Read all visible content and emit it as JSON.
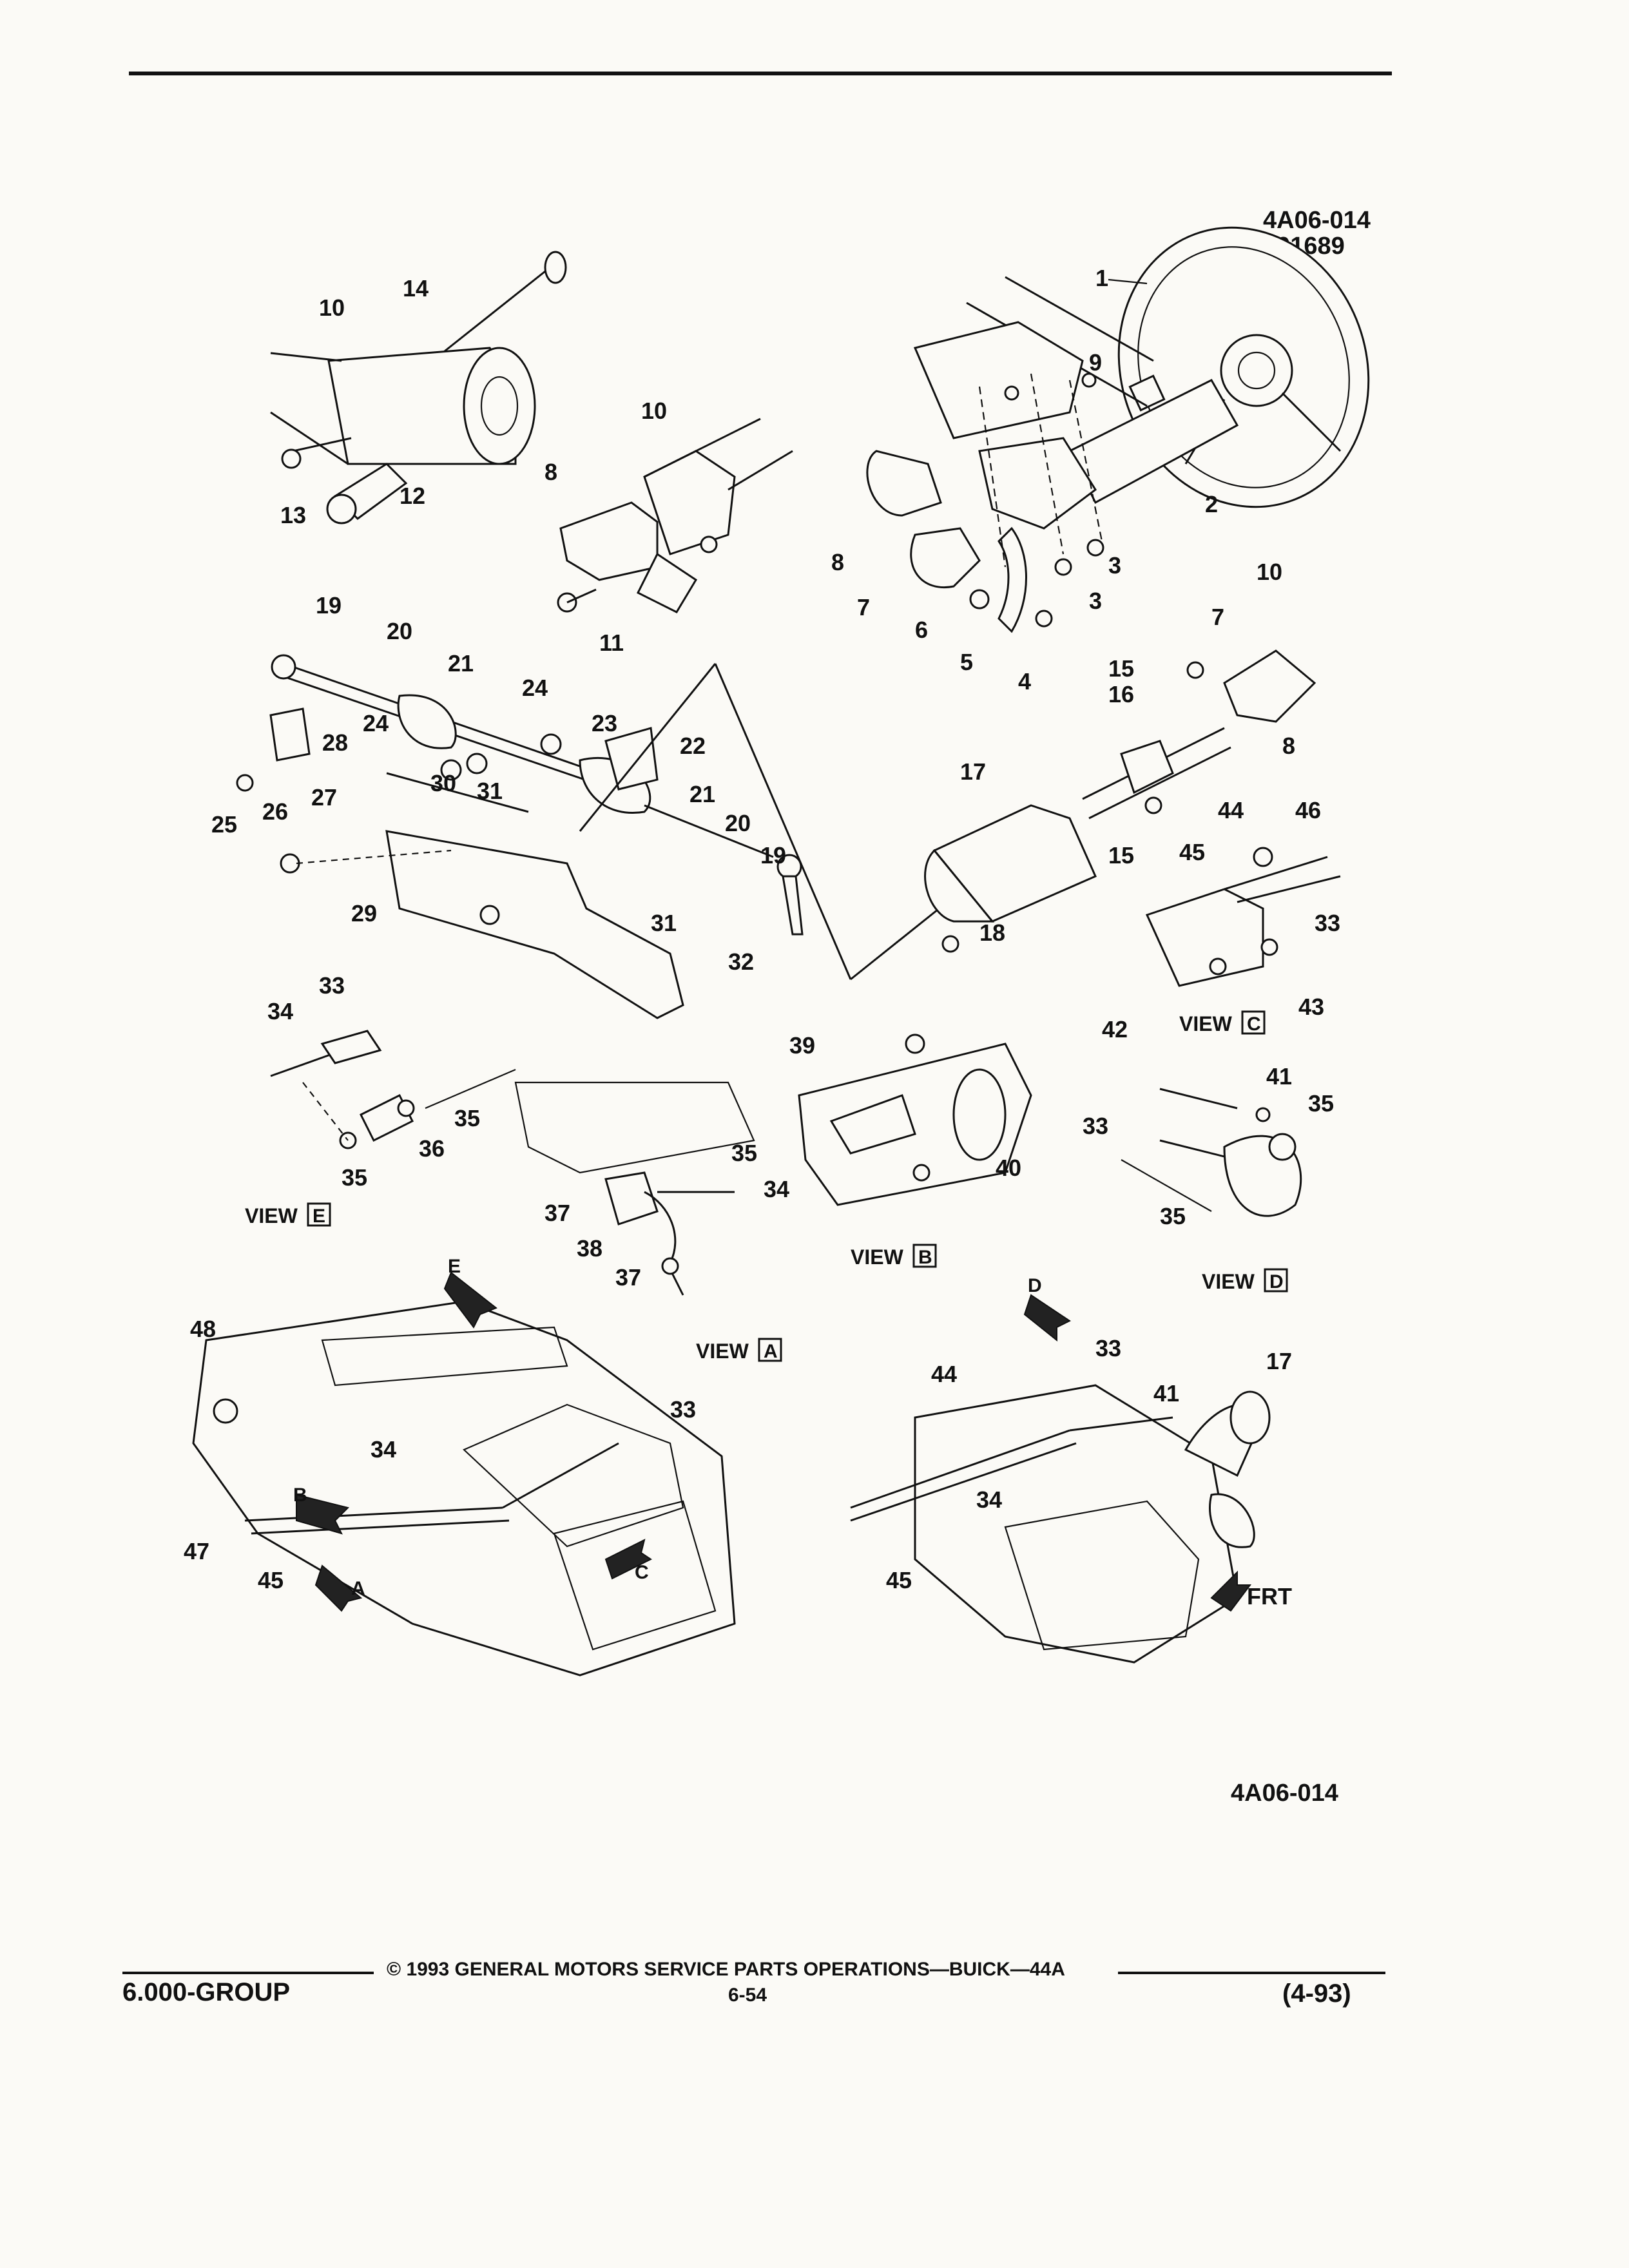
{
  "figure": {
    "id_top": "4A06-014",
    "date_code": "101689",
    "id_bottom": "4A06-014"
  },
  "callouts": [
    "1",
    "2",
    "3",
    "3",
    "4",
    "5",
    "6",
    "7",
    "7",
    "8",
    "8",
    "8",
    "9",
    "10",
    "10",
    "10",
    "11",
    "12",
    "13",
    "14",
    "15",
    "15",
    "16",
    "17",
    "17",
    "18",
    "19",
    "19",
    "20",
    "20",
    "21",
    "21",
    "22",
    "23",
    "24",
    "24",
    "25",
    "26",
    "27",
    "28",
    "29",
    "30",
    "31",
    "31",
    "32",
    "33",
    "33",
    "33",
    "33",
    "33",
    "34",
    "34",
    "34",
    "34",
    "35",
    "35",
    "35",
    "35",
    "35",
    "36",
    "37",
    "37",
    "38",
    "39",
    "40",
    "41",
    "41",
    "42",
    "43",
    "44",
    "44",
    "45",
    "45",
    "45",
    "46",
    "47",
    "48"
  ],
  "views": {
    "view_word": "VIEW",
    "a": "A",
    "b": "B",
    "c": "C",
    "d": "D",
    "e": "E"
  },
  "arrows": {
    "a": "A",
    "b": "B",
    "c": "C",
    "d": "D",
    "e": "E",
    "front": "FRT"
  },
  "footer": {
    "copyright": "© 1993 GENERAL MOTORS SERVICE PARTS OPERATIONS—BUICK—44A",
    "group": "6.000-GROUP",
    "page": "6-54",
    "revision": "(4-93)"
  }
}
